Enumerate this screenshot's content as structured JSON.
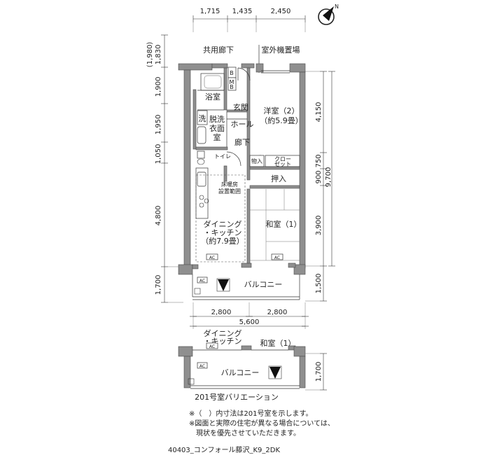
{
  "dimensions": {
    "top": [
      "1,715",
      "1,435",
      "2,450"
    ],
    "left": [
      "(1,980)",
      "1,830",
      "1,900",
      "1,950",
      "1,050",
      "4,800",
      "1,700"
    ],
    "right": [
      "4,150",
      "750",
      "900",
      "9,700",
      "3,900",
      "1,500"
    ],
    "bottom_parts": [
      "2,800",
      "2,800"
    ],
    "bottom_total": "5,600",
    "variation_right": "1,700"
  },
  "labels": {
    "shared_corridor": "共用廊下",
    "outdoor_unit": "室外機置場",
    "bath": "浴室",
    "wash": "洗",
    "dressing_1": "脱洗",
    "dressing_2": "衣面",
    "dressing_3": "室",
    "entrance": "玄関",
    "hall": "ホール",
    "hallway": "廊下",
    "toilet": "トイレ",
    "western_room": "洋室（2）",
    "western_size": "（約5.9畳）",
    "storage": "物入",
    "closet_1": "クロー",
    "closet_2": "ゼット",
    "oshiire": "押入",
    "floor_heat_1": "床暖房",
    "floor_heat_2": "設置範囲",
    "dining_1": "ダイニング",
    "dining_2": "・キッチン",
    "dining_size": "（約7.9畳）",
    "japanese_room": "和室（1）",
    "balcony": "バルコニー",
    "ac": "AC",
    "bm": "B",
    "mb": "M\nB"
  },
  "variation": {
    "title": "201号室バリエーション",
    "dining_1": "ダイニング",
    "dining_2": "・キッチン",
    "japanese_room": "和室（1）",
    "balcony": "バルコニー"
  },
  "notes": [
    "※（　）内寸法は201号室を示します。",
    "※図面と実際の住宅が異なる場合については、",
    "　現状を優先させていただきます。"
  ],
  "footer": "40403_コンフォール藤沢_K9_2DK",
  "compass_letter": "N"
}
